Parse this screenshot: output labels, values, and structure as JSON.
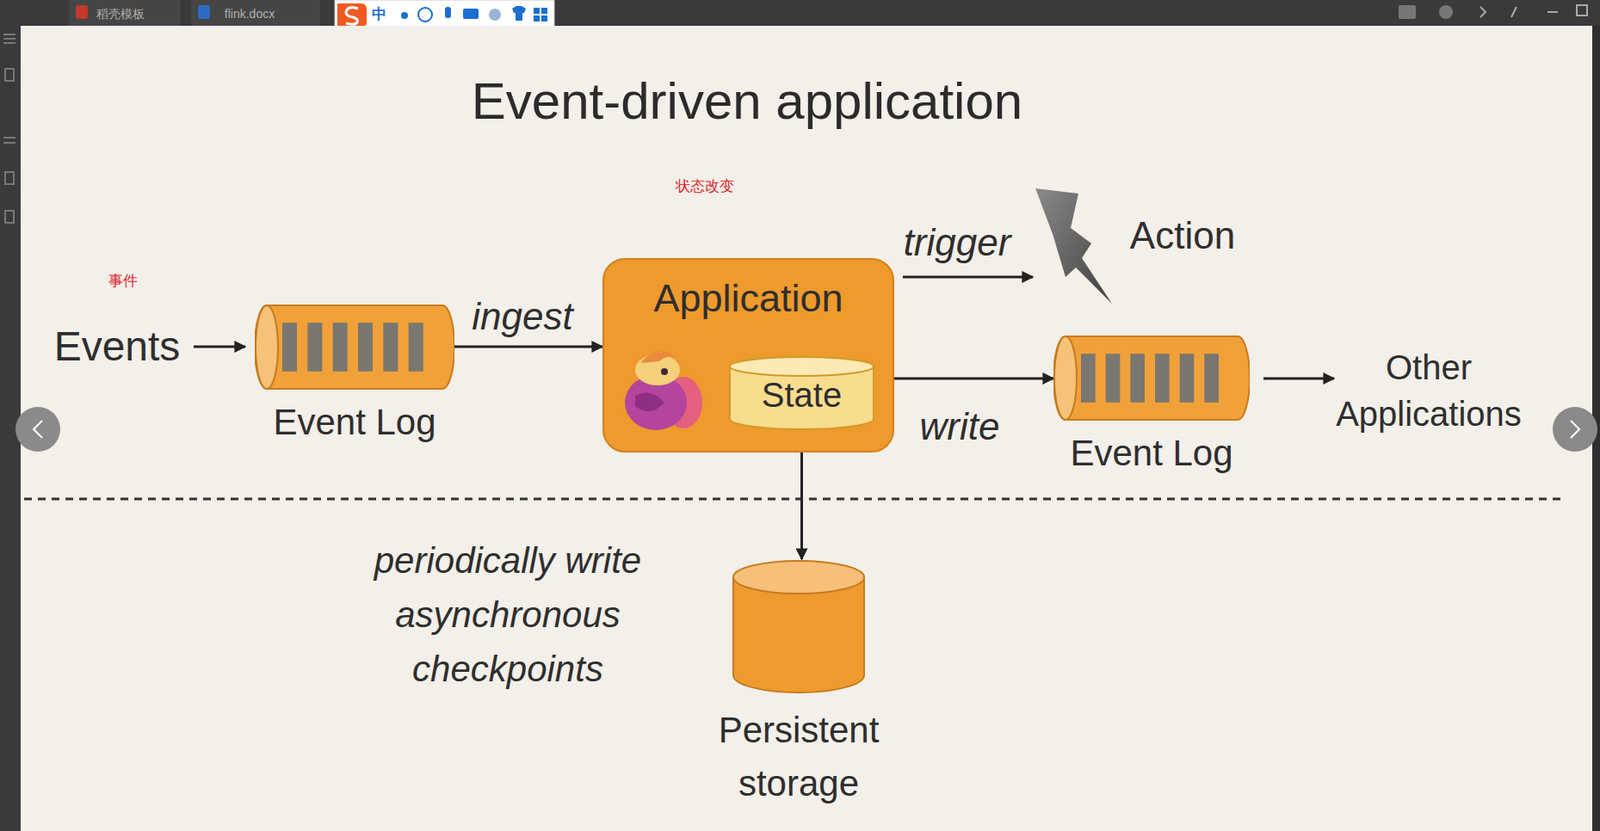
{
  "diagram": {
    "title": "Event-driven application",
    "nodes": [
      {
        "text": [
          "Event Log"
        ]
      },
      {
        "text": [
          "Application"
        ]
      },
      {
        "text": [
          "State"
        ],
        "in": 1
      },
      {
        "text": [
          "Event Log"
        ]
      },
      {
        "text": [
          "Persistent storage"
        ]
      }
    ],
    "edges": [
      {
        "from": 0,
        "to": 1,
        "label": "ingest",
        "arrow": "to"
      },
      {
        "from": 1,
        "to": 3,
        "label": "write",
        "arrow": "to"
      },
      {
        "from": 2,
        "to": 4,
        "arrow": "to"
      }
    ],
    "labels": [
      "稻壳模板",
      "flink.docx",
      "中",
      "状态改变",
      "事件",
      "Events",
      "trigger",
      "Action",
      "Other Applications",
      "periodically write asynchronous checkpoints"
    ]
  }
}
